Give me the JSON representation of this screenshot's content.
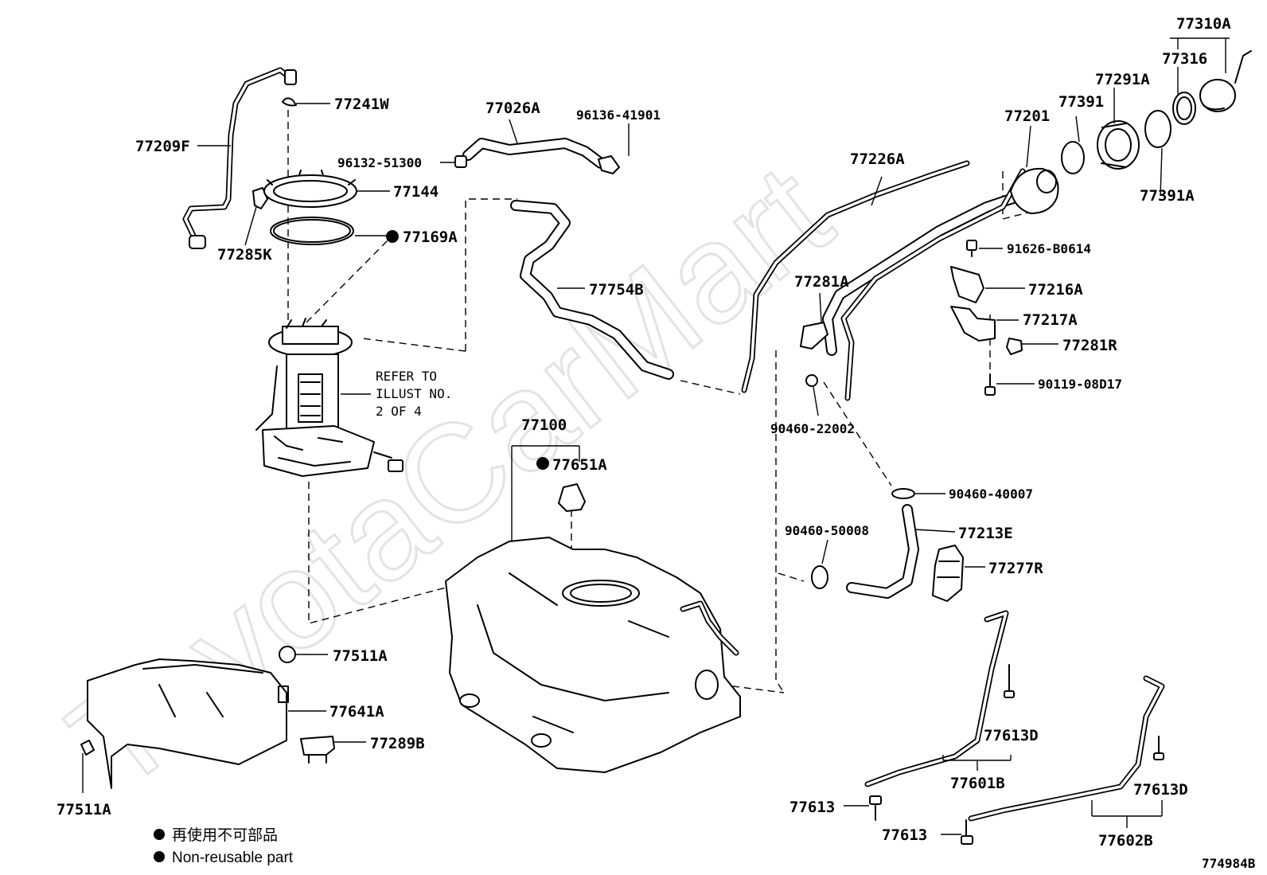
{
  "parts": {
    "p77310A": "77310A",
    "p77316": "77316",
    "p77291A": "77291A",
    "p77391": "77391",
    "p77201": "77201",
    "p77391A": "77391A",
    "p77226A": "77226A",
    "p91626B0614": "91626-B0614",
    "p77216A": "77216A",
    "p77217A": "77217A",
    "p77281R": "77281R",
    "p9011908D17": "90119-08D17",
    "p77281A": "77281A",
    "p9046022002": "90460-22002",
    "p9046040007": "90460-40007",
    "p9046050008": "90460-50008",
    "p77213E": "77213E",
    "p77277R": "77277R",
    "p77241W": "77241W",
    "p77026A": "77026A",
    "p9613641901": "96136-41901",
    "p9613251300": "96132-51300",
    "p77209F": "77209F",
    "p77144": "77144",
    "p77169A": "77169A",
    "p77285K": "77285K",
    "p77754B": "77754B",
    "p77100": "77100",
    "p77651A": "77651A",
    "p77511A_top": "77511A",
    "p77641A": "77641A",
    "p77289B": "77289B",
    "p77511A_bottom": "77511A",
    "p77613D_upper": "77613D",
    "p77601B": "77601B",
    "p77613_upper": "77613",
    "p77613D_lower": "77613D",
    "p77613_lower": "77613",
    "p77602B": "77602B"
  },
  "refer_note": {
    "line1": "REFER TO",
    "line2": "ILLUST NO.",
    "line3": "2 OF 4"
  },
  "legend": {
    "japanese": "再使用不可部品",
    "english": "Non-reusable part"
  },
  "diagram_id": "774984B",
  "watermark": "ToyotaCarMart"
}
